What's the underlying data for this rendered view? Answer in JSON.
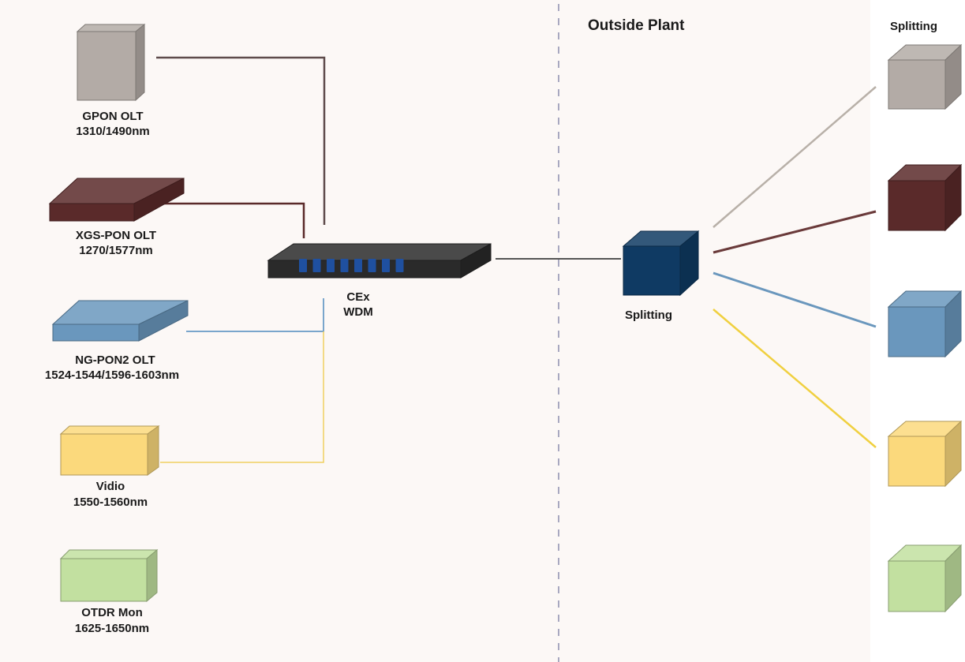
{
  "section_title": "Outside Plant",
  "right_header": "Splitting",
  "olt_devices": [
    {
      "name": "GPON OLT",
      "wavelength": "1310/1490nm",
      "color": "#b3aba6"
    },
    {
      "name": "XGS-PON OLT",
      "wavelength": "1270/1577nm",
      "color": "#5a2a2a"
    },
    {
      "name": "NG-PON2 OLT",
      "wavelength": "1524-1544/1596-1603nm",
      "color": "#6a97bd"
    },
    {
      "name": "Vidio",
      "wavelength": "1550-1560nm",
      "color": "#fbd97c"
    },
    {
      "name": "OTDR Mon",
      "wavelength": "1625-1650nm",
      "color": "#c2e0a0"
    }
  ],
  "wdm": {
    "name": "CEx",
    "type": "WDM",
    "color": "#2a2a2a",
    "port_color": "#1f50a0"
  },
  "splitter": {
    "label": "Splitting",
    "color": "#0f3a63"
  },
  "colors": {
    "background": "#fcf8f6",
    "divider": "#a8a8c0",
    "gpon_line": "#5e4b4b",
    "xgs_line": "#5a2a2a",
    "ngpon2_line": "#7aa6cc",
    "video_line": "#f0d060",
    "feeder_line": "#555555",
    "branch_gray": "#b8b0a8",
    "branch_brown": "#6a3a3a",
    "branch_blue": "#6a97bd",
    "branch_yellow": "#f0d040"
  },
  "onu_colors": [
    "#b3aba6",
    "#5a2a2a",
    "#6a97bd",
    "#fbd97c",
    "#c2e0a0"
  ]
}
